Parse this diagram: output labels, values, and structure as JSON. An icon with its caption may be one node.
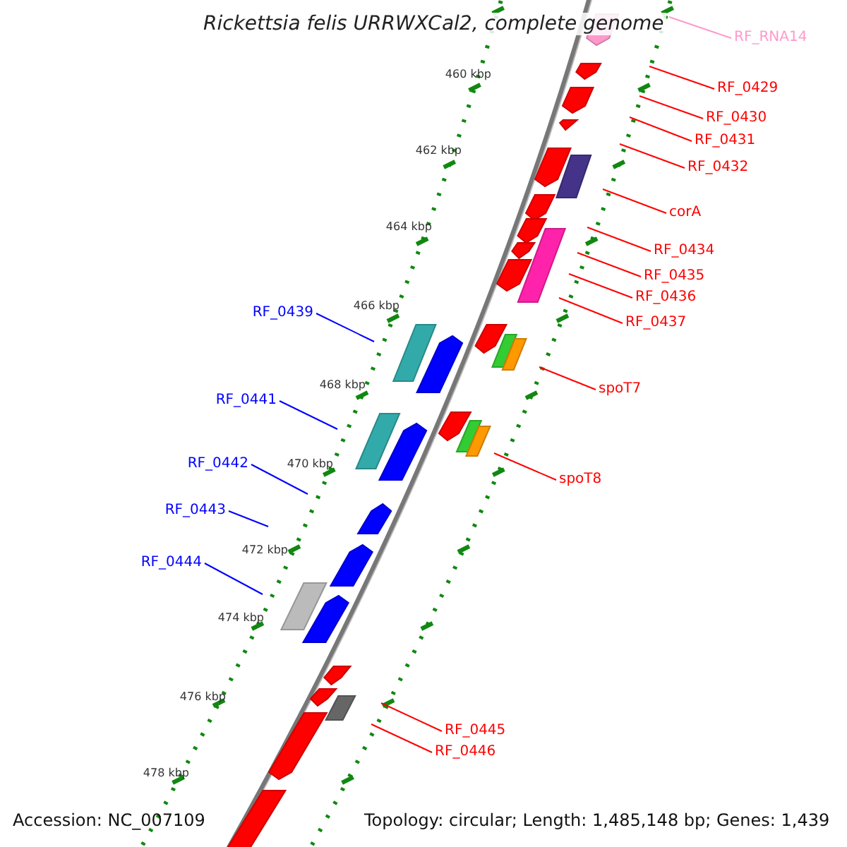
{
  "diagram": {
    "title": "Rickettsia felis URRWXCal2, complete genome",
    "nodes": [
      {
        "text": [
          "RF_RNA14"
        ]
      },
      {
        "text": [
          "RF_0429"
        ]
      },
      {
        "text": [
          "RF_0430"
        ]
      },
      {
        "text": [
          "RF_0431"
        ]
      },
      {
        "text": [
          "RF_0432"
        ]
      },
      {
        "text": [
          "corA"
        ]
      },
      {
        "text": [
          "RF_0434"
        ]
      },
      {
        "text": [
          "RF_0435"
        ]
      },
      {
        "text": [
          "RF_0436"
        ]
      },
      {
        "text": [
          "RF_0437"
        ]
      },
      {
        "text": [
          "spoT7"
        ]
      },
      {
        "text": [
          "spoT8"
        ]
      },
      {
        "text": [
          "RF_0439"
        ]
      },
      {
        "text": [
          "RF_0441"
        ]
      },
      {
        "text": [
          "RF_0442"
        ]
      },
      {
        "text": [
          "RF_0443"
        ]
      },
      {
        "text": [
          "RF_0444"
        ]
      },
      {
        "text": [
          "RF_0445"
        ]
      },
      {
        "text": [
          "RF_0446"
        ]
      }
    ],
    "edges": [
      {
        "from": 0,
        "to": null,
        "arrow": "none",
        "color": "#ff99cc"
      },
      {
        "from": 1,
        "to": null,
        "arrow": "none"
      },
      {
        "from": 2,
        "to": null,
        "arrow": "none"
      },
      {
        "from": 3,
        "to": null,
        "arrow": "none"
      },
      {
        "from": 4,
        "to": null,
        "arrow": "none"
      },
      {
        "from": 5,
        "to": null,
        "arrow": "none"
      },
      {
        "from": 6,
        "to": null,
        "arrow": "none"
      },
      {
        "from": 7,
        "to": null,
        "arrow": "none"
      },
      {
        "from": 8,
        "to": null,
        "arrow": "none"
      },
      {
        "from": 9,
        "to": null,
        "arrow": "none"
      },
      {
        "from": 10,
        "to": null,
        "arrow": "none"
      },
      {
        "from": 11,
        "to": null,
        "arrow": "none"
      },
      {
        "from": 12,
        "to": null,
        "arrow": "none",
        "color": "#0000ff"
      },
      {
        "from": 13,
        "to": null,
        "arrow": "none",
        "color": "#0000ff"
      },
      {
        "from": 14,
        "to": null,
        "arrow": "none",
        "color": "#0000ff"
      },
      {
        "from": 15,
        "to": null,
        "arrow": "none",
        "color": "#0000ff"
      },
      {
        "from": 16,
        "to": null,
        "arrow": "none",
        "color": "#0000ff"
      },
      {
        "from": 17,
        "to": null,
        "arrow": "none"
      },
      {
        "from": 18,
        "to": null,
        "arrow": "none"
      }
    ],
    "labels": [
      "460 kbp",
      "462 kbp",
      "464 kbp",
      "466 kbp",
      "468 kbp",
      "470 kbp",
      "472 kbp",
      "474 kbp",
      "476 kbp",
      "478 kbp",
      "Accession: NC_007109",
      "Topology: circular; Length: 1,485,148 bp; Genes: 1,439"
    ]
  }
}
